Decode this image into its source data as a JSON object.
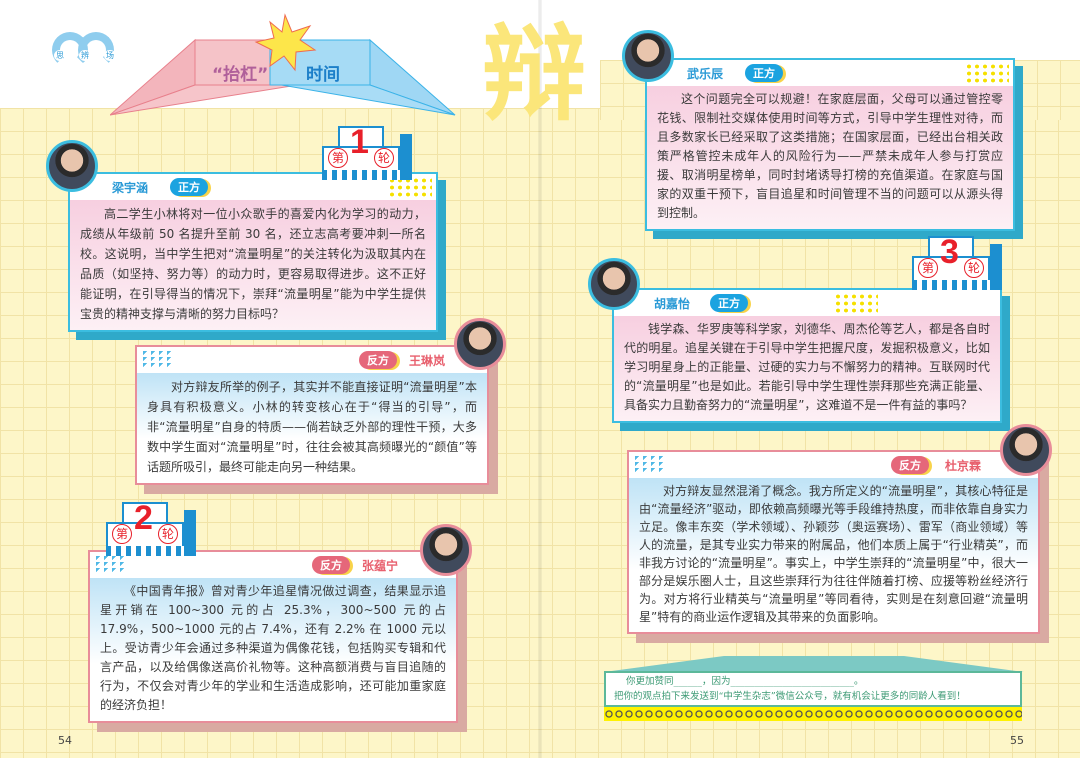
{
  "logo": {
    "text": "思辨场",
    "chars": [
      "思",
      "辨",
      "场"
    ]
  },
  "title": {
    "left": "“抬杠”",
    "right": "时间",
    "big_char": "辩"
  },
  "rounds": [
    {
      "prefix": "第",
      "number": "1",
      "suffix": "轮"
    },
    {
      "prefix": "第",
      "number": "2",
      "suffix": "轮"
    },
    {
      "prefix": "第",
      "number": "3",
      "suffix": "轮"
    }
  ],
  "cards": [
    {
      "name": "梁宇涵",
      "side": "正方",
      "text": "高二学生小林将对一位小众歌手的喜爱内化为学习的动力，成绩从年级前 50 名提升至前 30 名，还立志高考要冲刺一所名校。这说明，当中学生把对“流量明星”的关注转化为汲取其内在品质（如坚持、努力等）的动力时，更容易取得进步。这不正好能证明，在引导得当的情况下，崇拜“流量明星”能为中学生提供宝贵的精神支撑与清晰的努力目标吗？"
    },
    {
      "name": "王琳岚",
      "side": "反方",
      "text": "对方辩友所举的例子，其实并不能直接证明“流量明星”本身具有积极意义。小林的转变核心在于“得当的引导”，而非“流量明星”自身的特质——倘若缺乏外部的理性干预，大多数中学生面对“流量明星”时，往往会被其高频曝光的“颜值”等话题所吸引，最终可能走向另一种结果。"
    },
    {
      "name": "张蕴宁",
      "side": "反方",
      "text": "《中国青年报》曾对青少年追星情况做过调查，结果显示追星开销在 100~300 元的占 25.3%，300~500 元的占 17.9%，500~1000 元的占 7.4%，还有 2.2% 在 1000 元以上。受访青少年会通过多种渠道为偶像花钱，包括购买专辑和代言产品，以及给偶像送高价礼物等。这种高额消费与盲目追随的行为，不仅会对青少年的学业和生活造成影响，还可能加重家庭的经济负担！"
    },
    {
      "name": "武乐辰",
      "side": "正方",
      "text": "这个问题完全可以规避！在家庭层面，父母可以通过管控零花钱、限制社交媒体使用时间等方式，引导中学生理性对待，而且多数家长已经采取了这类措施；在国家层面，已经出台相关政策严格管控未成年人的风险行为——严禁未成年人参与打赏应援、取消明星榜单，同时封堵诱导打榜的充值渠道。在家庭与国家的双重干预下，盲目追星和时间管理不当的问题可以从源头得到控制。"
    },
    {
      "name": "胡嘉怡",
      "side": "正方",
      "text": "钱学森、华罗庚等科学家，刘德华、周杰伦等艺人，都是各自时代的明星。追星关键在于引导中学生把握尺度，发掘积极意义，比如学习明星身上的正能量、过硬的实力与不懈努力的精神。互联网时代的“流量明星”也是如此。若能引导中学生理性崇拜那些充满正能量、具备实力且勤奋努力的“流量明星”，这难道不是一件有益的事吗？"
    },
    {
      "name": "杜京霖",
      "side": "反方",
      "text": "对方辩友显然混淆了概念。我方所定义的“流量明星”，其核心特征是由“流量经济”驱动，即依赖高频曝光等手段维持热度，而非依靠自身实力立足。像丰东奕（学术领域）、孙颖莎（奥运赛场）、雷军（商业领域）等人的流量，是其专业实力带来的附属品，他们本质上属于“行业精英”，而非我方讨论的“流量明星”。事实上，中学生崇拜的“流量明星”中，很大一部分是娱乐圈人士，且这些崇拜行为往往伴随着打榜、应援等粉丝经济行为。对方将行业精英与“流量明星”等同看待，实则是在刻意回避“流量明星”特有的商业运作逻辑及其带来的负面影响。"
    }
  ],
  "footer": {
    "line1": "你更加赞同______，因为__________________________。",
    "line2": "把你的观点拍下来发送到“中学生杂志”微信公众号，就有机会让更多的同龄人看到！"
  },
  "pages": {
    "left": "54",
    "right": "55"
  }
}
